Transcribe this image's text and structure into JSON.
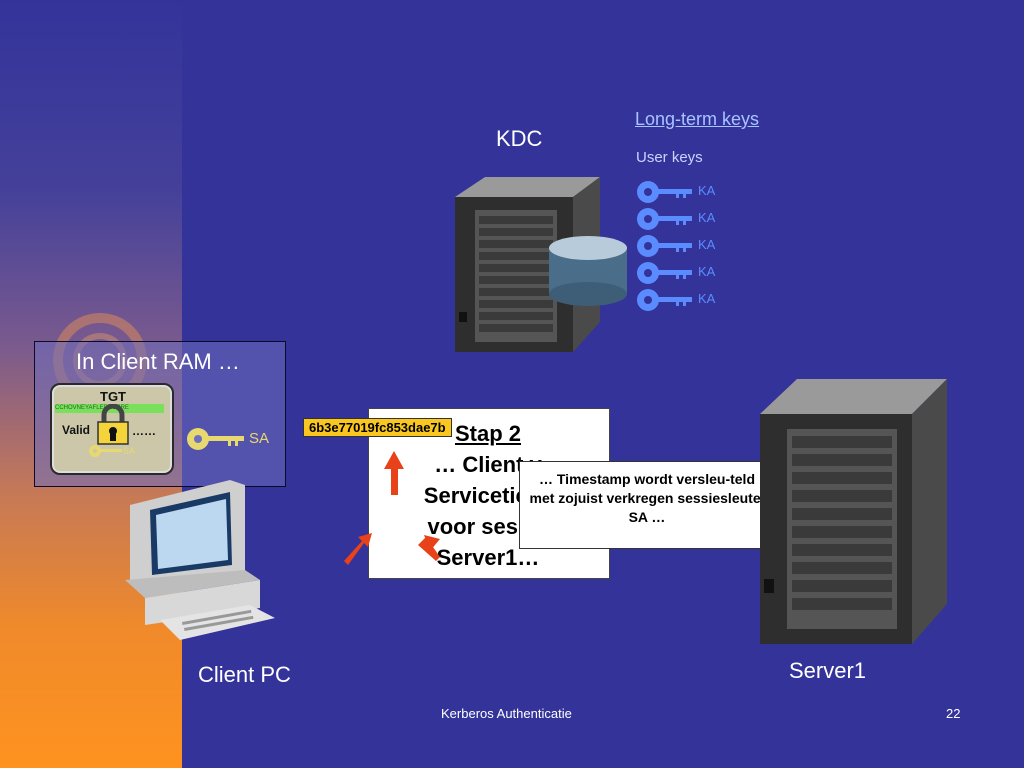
{
  "nodes": {
    "kdc": "KDC",
    "client": "Client PC",
    "server": "Server1"
  },
  "long_term_keys": {
    "title": "Long-term keys",
    "user_keys_label": "User keys",
    "keys": [
      "KA",
      "KA",
      "KA",
      "KA",
      "KA"
    ]
  },
  "client_ram": {
    "title": "In Client RAM …",
    "ticket_label": "TGT",
    "bar_text": "CCHOVNEYAFLEDEOBRE",
    "valid_label": "Valid",
    "dots": "……",
    "small_key_label": "SA",
    "session_key_label": "SA"
  },
  "step": {
    "lines": [
      "Stap 2",
      "… Client v",
      "Serviceticke",
      "voor sessie",
      "Server1…"
    ]
  },
  "callout": "… Timestamp wordt versleu-teld met zojuist verkregen sessiesleutel SA …",
  "hash": "6b3e77019fc853dae7b",
  "footer": {
    "title": "Kerberos Authenticatie",
    "page": "22"
  },
  "colors": {
    "background": "#33339a",
    "left_band_bottom": "#ff9320",
    "key_blue": "#5b8cff",
    "session_key_yellow": "#e8d870",
    "hash_yellow": "#f9c720",
    "arrow_red": "#e8421a"
  }
}
